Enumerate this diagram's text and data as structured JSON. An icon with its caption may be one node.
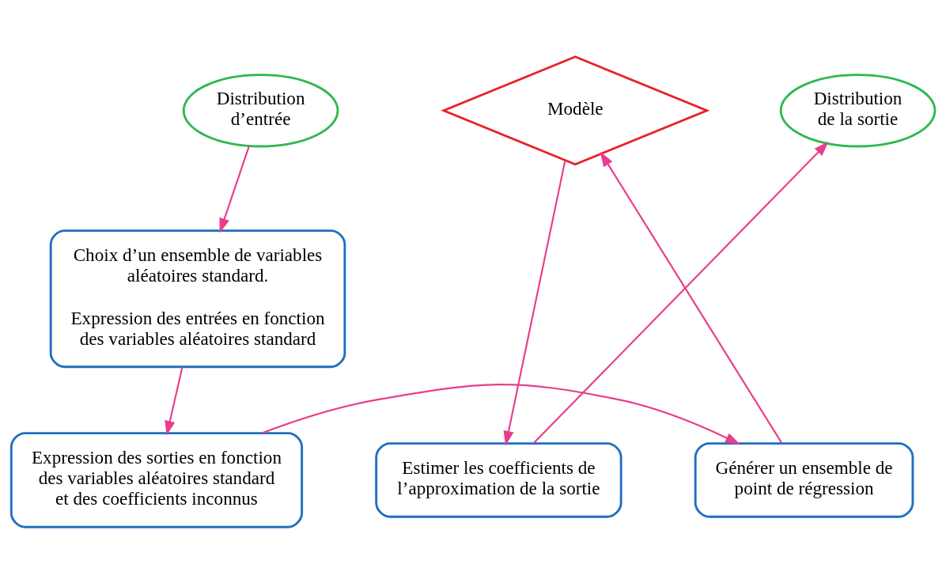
{
  "diagram": {
    "nodes": [
      {
        "text": [
          "Distribution d’entrée"
        ]
      },
      {
        "text": [
          "Modèle"
        ]
      },
      {
        "text": [
          "Distribution de la sortie"
        ]
      },
      {
        "text": [
          "Choix d’un ensemble de variables aléatoires standard.",
          "Expression des entrées en fonction des variables aléatoires standard"
        ]
      },
      {
        "text": [
          "Expression des sorties en fonction des variables aléatoires standard et des coefficients inconnus"
        ]
      },
      {
        "text": [
          "Générer un ensemble de point de régression"
        ]
      },
      {
        "text": [
          "Estimer les coefficients de l’approximation de la sortie"
        ]
      }
    ],
    "edges": [
      {
        "from": 0,
        "to": 3,
        "arrow": "to"
      },
      {
        "from": 3,
        "to": 4,
        "arrow": "to"
      },
      {
        "from": 4,
        "to": 5,
        "arrow": "to"
      },
      {
        "from": 5,
        "to": 1,
        "arrow": "to"
      },
      {
        "from": 1,
        "to": 6,
        "arrow": "to"
      },
      {
        "from": 6,
        "to": 2,
        "arrow": "to"
      }
    ]
  }
}
